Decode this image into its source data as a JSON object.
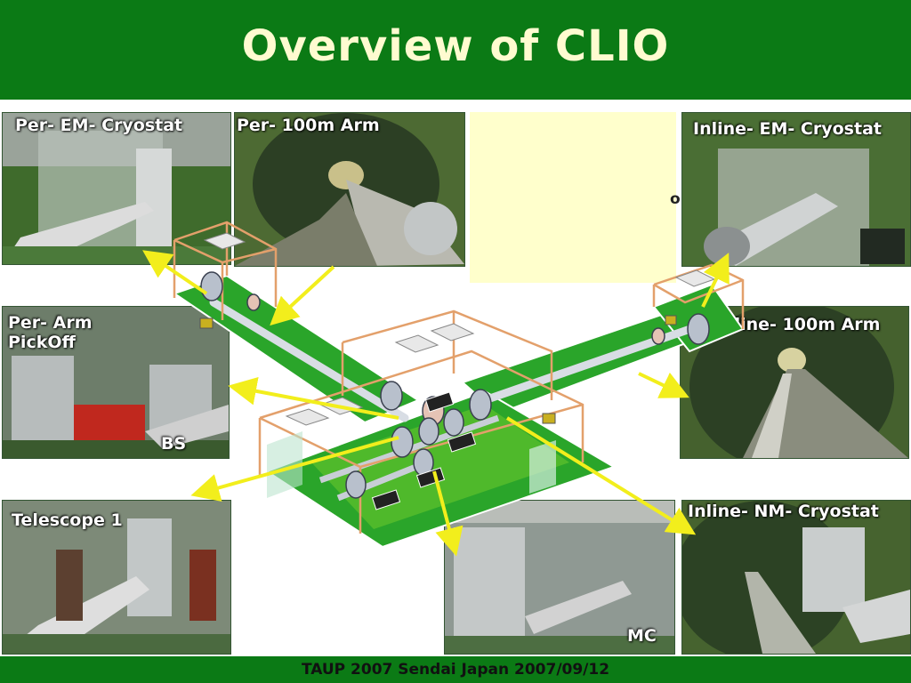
{
  "slide": {
    "title": "Overview of CLIO",
    "footer": "TAUP 2007 Sendai Japan 2007/09/12",
    "note_fragment": "o"
  },
  "colors": {
    "header_green": "#0b7a15",
    "title_cream": "#fffbd0",
    "note_box": "#ffffcc",
    "arrow_yellow": "#f2ee1c",
    "platform_green": "#2aa52a"
  },
  "photos": {
    "per_em_cryostat": "Per- EM- Cryostat",
    "per_100m_arm": "Per- 100m Arm",
    "inline_em_cryostat": "Inline- EM- Cryostat",
    "per_arm_pickoff": "Per- Arm\nPickOff",
    "bs": "BS",
    "inline_100m_arm": "Inline- 100m Arm",
    "telescope_1": "Telescope 1",
    "mc": "MC",
    "inline_nm_cryostat": "Inline- NM- Cryostat"
  }
}
